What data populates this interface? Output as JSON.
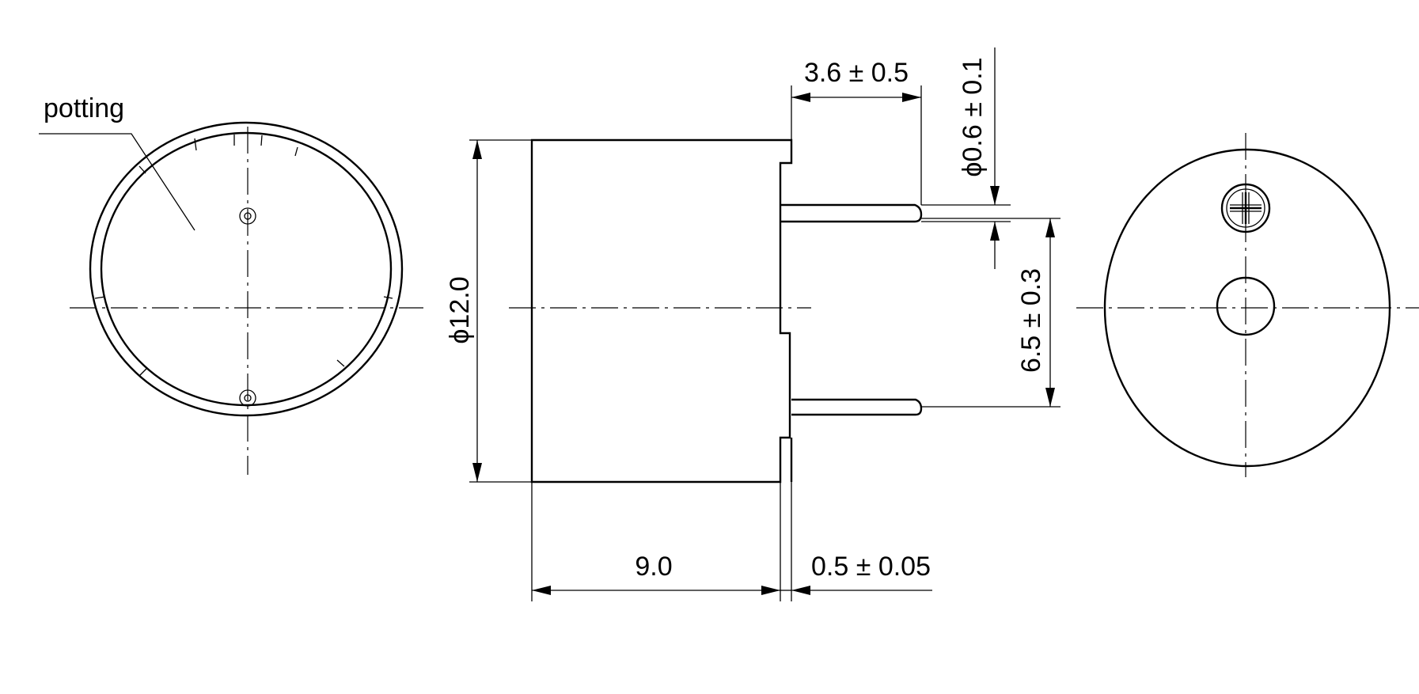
{
  "labels": {
    "potting": "potting",
    "diameter_body": "ϕ12.0",
    "pin_length": "3.6 ± 0.5",
    "pin_diameter": "ϕ0.6 ± 0.1",
    "pin_spacing": "6.5 ± 0.3",
    "body_height": "9.0",
    "flange_thickness": "0.5 ± 0.05"
  }
}
